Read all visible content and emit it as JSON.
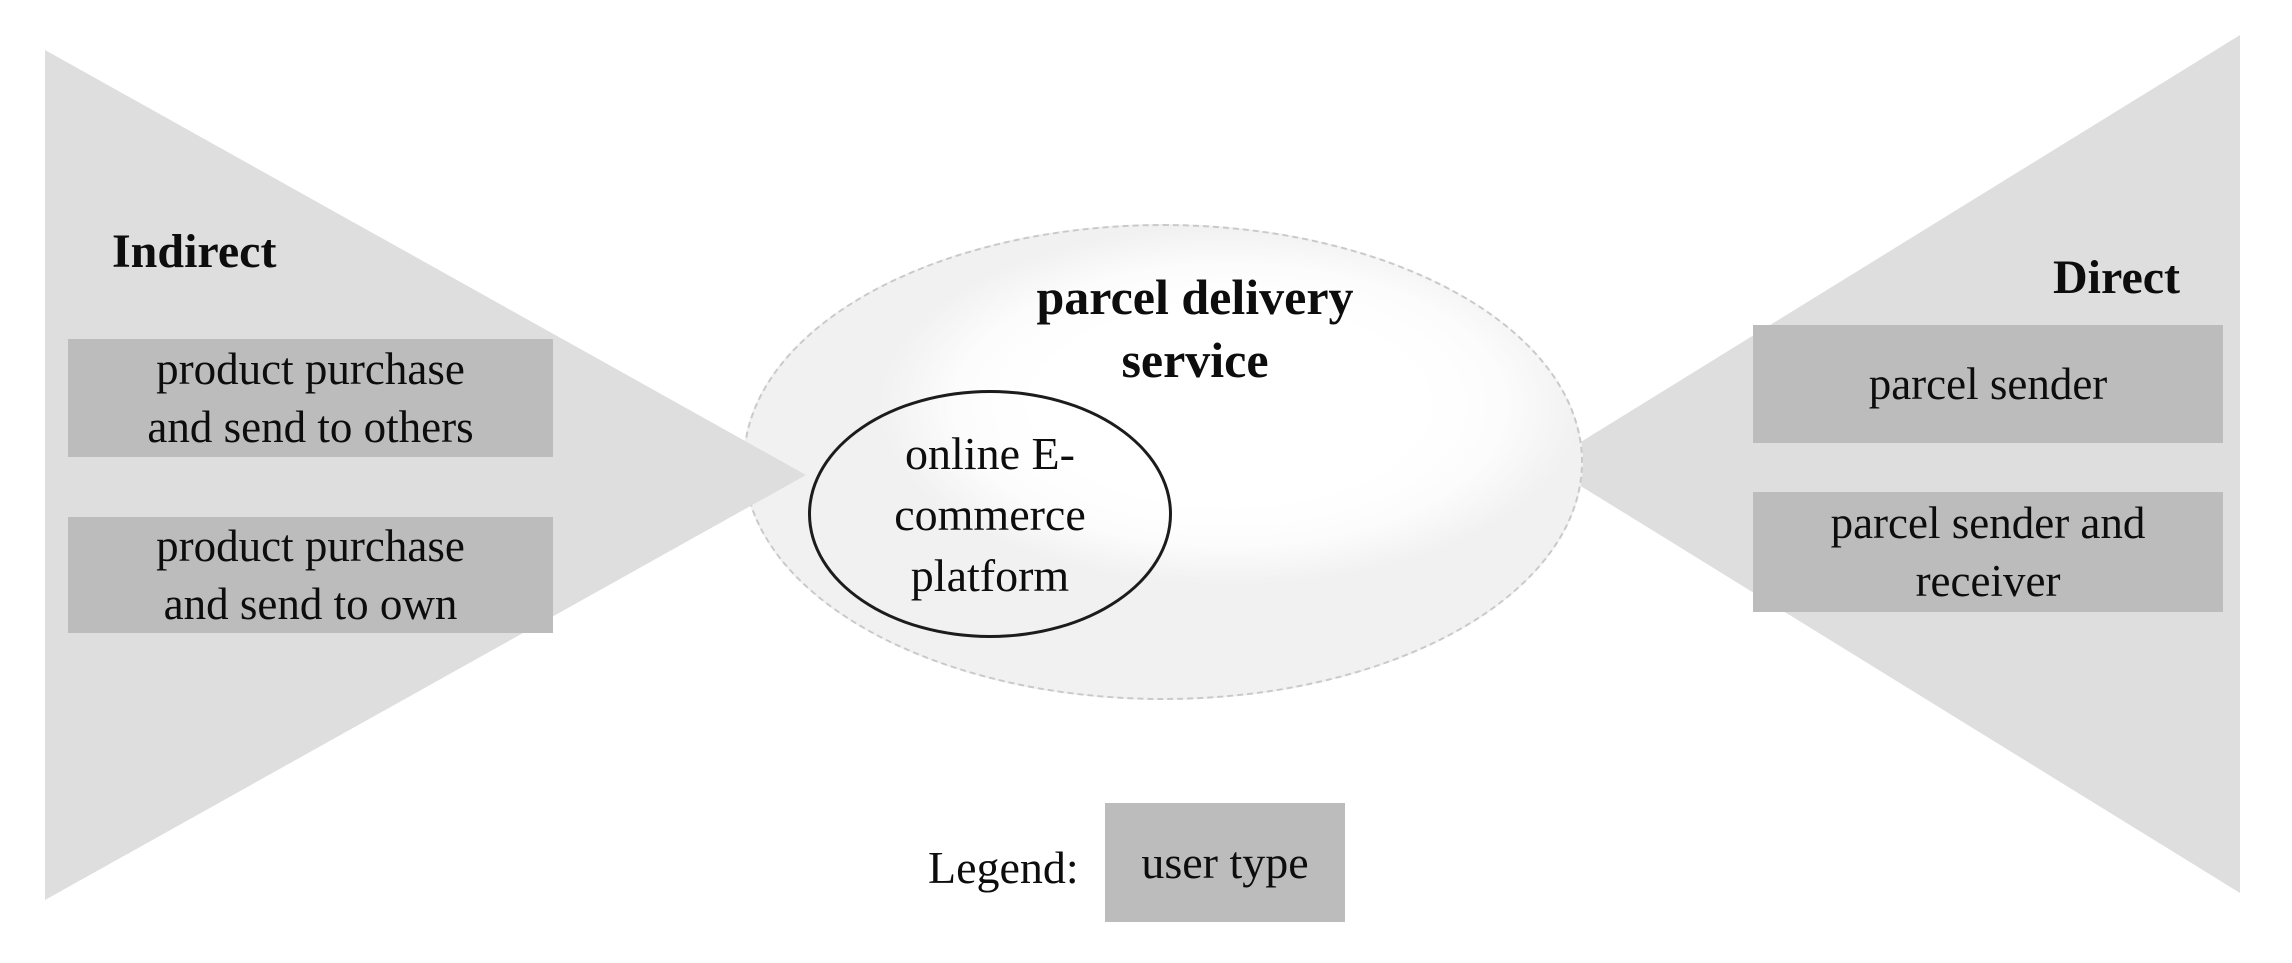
{
  "diagram": {
    "left": {
      "label": "Indirect",
      "box1_line1": "product purchase",
      "box1_line2": "and send to others",
      "box2_line1": "product purchase",
      "box2_line2": "and send to own"
    },
    "right": {
      "label": "Direct",
      "box1": "parcel sender",
      "box2_line1": "parcel sender and",
      "box2_line2": "receiver"
    },
    "center": {
      "title_line1": "parcel delivery",
      "title_line2": "service",
      "inner_line1": "online E-",
      "inner_line2": "commerce",
      "inner_line3": "platform"
    },
    "legend": {
      "label": "Legend:",
      "item": "user type"
    }
  },
  "colors": {
    "triangle": "#dedede",
    "box": "#bcbcbc",
    "ellipse_border": "#c9c9c9",
    "inner_border": "#1c1c1c",
    "text": "#0d0d0d"
  }
}
